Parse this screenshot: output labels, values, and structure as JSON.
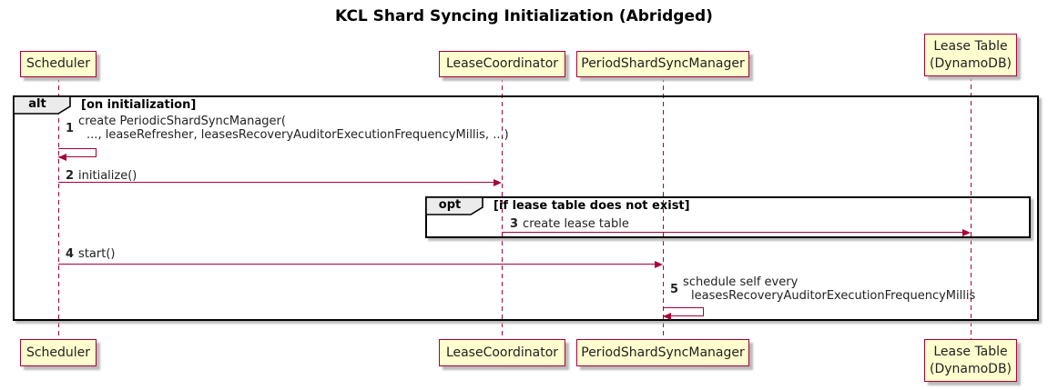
{
  "title": "KCL Shard Syncing Initialization (Abridged)",
  "participants": {
    "scheduler": {
      "label": "Scheduler"
    },
    "lease_coordinator": {
      "label": "LeaseCoordinator"
    },
    "period_shard_sync_manager": {
      "label": "PeriodShardSyncManager"
    },
    "lease_table": {
      "line1": "Lease Table",
      "line2": "(DynamoDB)"
    }
  },
  "frames": {
    "alt": {
      "label": "alt",
      "condition": "[on initialization]"
    },
    "opt": {
      "label": "opt",
      "condition": "[if lease table does not exist]"
    }
  },
  "messages": {
    "m1": {
      "num": "1",
      "line1": "create PeriodicShardSyncManager(",
      "line2": "..., leaseRefresher, leasesRecoveryAuditorExecutionFrequencyMillis, ...)"
    },
    "m2": {
      "num": "2",
      "text": "initialize()"
    },
    "m3": {
      "num": "3",
      "text": "create lease table"
    },
    "m4": {
      "num": "4",
      "text": "start()"
    },
    "m5": {
      "num": "5",
      "line1": "schedule self every",
      "line2": "leasesRecoveryAuditorExecutionFrequencyMillis"
    }
  },
  "colors": {
    "accent": "#A80036",
    "participant_fill": "#FEFECE",
    "frame_border": "#000000",
    "frame_label_fill": "#EBEBEB",
    "shadow": "#BBBBBB"
  }
}
